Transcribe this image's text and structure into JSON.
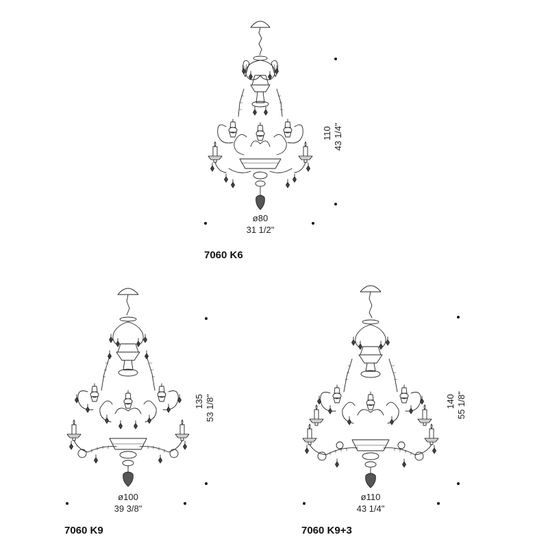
{
  "products": [
    {
      "code": "7060 K6",
      "diameter_cm": "ø80",
      "diameter_in": "31 1/2\"",
      "height_cm": "110",
      "height_in": "43 1/4\""
    },
    {
      "code": "7060 K9",
      "diameter_cm": "ø100",
      "diameter_in": "39 3/8\"",
      "height_cm": "135",
      "height_in": "53 1/8\""
    },
    {
      "code": "7060 K9+3",
      "diameter_cm": "ø110",
      "diameter_in": "43 1/4\"",
      "height_cm": "140",
      "height_in": "55 1/8\""
    }
  ],
  "icons": [
    "chandelier-6-light-drawing",
    "chandelier-9-light-drawing",
    "chandelier-12-light-drawing"
  ]
}
